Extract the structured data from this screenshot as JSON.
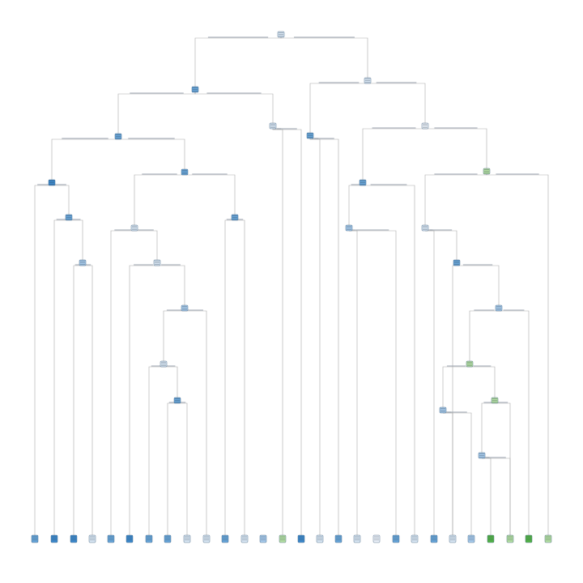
{
  "diagram": {
    "type": "decision-tree",
    "colors": {
      "edge": "#a9a9a9",
      "class_a_dark": "#3f8ccf",
      "class_a_mid": "#6aa8dc",
      "class_a_light": "#a9cdee",
      "class_a_pale": "#dbe9f6",
      "neutral": "#eef4fb",
      "class_b_light": "#b7e3a5",
      "class_b_dark": "#55b848"
    },
    "nodes": [
      {
        "id": "n0",
        "fill": "class_a_pale",
        "label": "",
        "leaf": false
      },
      {
        "id": "n1",
        "fill": "class_a_mid",
        "label": "",
        "leaf": false
      },
      {
        "id": "n2",
        "fill": "class_a_pale",
        "label": "",
        "leaf": false
      },
      {
        "id": "n3",
        "fill": "class_a_mid",
        "label": "",
        "leaf": false
      },
      {
        "id": "n4",
        "fill": "class_a_pale",
        "label": "",
        "leaf": false
      },
      {
        "id": "n5",
        "fill": "class_a_mid",
        "label": "",
        "leaf": false
      },
      {
        "id": "n6",
        "fill": "neutral",
        "label": "",
        "leaf": false
      },
      {
        "id": "n7",
        "fill": "class_a_dark",
        "label": "",
        "leaf": false
      },
      {
        "id": "n8",
        "fill": "class_a_mid",
        "label": "",
        "leaf": false
      },
      {
        "id": "n9",
        "fill": "class_b_light",
        "label": "",
        "leaf": false
      },
      {
        "id": "n10",
        "fill": "class_a_mid",
        "label": "",
        "leaf": false
      },
      {
        "id": "n11",
        "fill": "class_a_mid",
        "label": "",
        "leaf": false
      },
      {
        "id": "n12",
        "fill": "class_a_pale",
        "label": "",
        "leaf": false
      },
      {
        "id": "n13",
        "fill": "class_a_mid",
        "label": "",
        "leaf": false
      },
      {
        "id": "n14",
        "fill": "class_a_pale",
        "label": "",
        "leaf": false
      },
      {
        "id": "n15",
        "fill": "class_a_light",
        "label": "",
        "leaf": false
      },
      {
        "id": "n16",
        "fill": "class_a_light",
        "label": "",
        "leaf": false
      },
      {
        "id": "n17",
        "fill": "class_a_pale",
        "label": "",
        "leaf": false
      },
      {
        "id": "n18",
        "fill": "class_a_mid",
        "label": "",
        "leaf": false
      },
      {
        "id": "n19",
        "fill": "class_a_light",
        "label": "",
        "leaf": false
      },
      {
        "id": "n20",
        "fill": "class_a_light",
        "label": "",
        "leaf": false
      },
      {
        "id": "n21",
        "fill": "class_b_light",
        "label": "",
        "leaf": false
      },
      {
        "id": "n22",
        "fill": "class_a_pale",
        "label": "",
        "leaf": false
      }
    ],
    "leaves": [
      {
        "fill": "class_a_mid"
      },
      {
        "fill": "class_a_dark"
      },
      {
        "fill": "class_a_dark"
      },
      {
        "fill": "class_a_pale"
      },
      {
        "fill": "class_a_mid"
      },
      {
        "fill": "class_a_dark"
      },
      {
        "fill": "class_a_mid"
      },
      {
        "fill": "class_a_mid"
      },
      {
        "fill": "class_a_pale"
      },
      {
        "fill": "class_a_pale"
      },
      {
        "fill": "class_a_mid"
      },
      {
        "fill": "class_a_pale"
      },
      {
        "fill": "class_a_light"
      },
      {
        "fill": "class_b_light"
      },
      {
        "fill": "class_a_dark"
      },
      {
        "fill": "class_a_pale"
      },
      {
        "fill": "class_a_mid"
      },
      {
        "fill": "class_a_pale"
      },
      {
        "fill": "neutral"
      },
      {
        "fill": "class_a_mid"
      },
      {
        "fill": "class_a_pale"
      },
      {
        "fill": "class_a_mid"
      },
      {
        "fill": "class_a_pale"
      },
      {
        "fill": "class_a_light"
      },
      {
        "fill": "class_b_dark"
      },
      {
        "fill": "class_b_light"
      },
      {
        "fill": "class_b_dark"
      },
      {
        "fill": "class_b_light"
      }
    ]
  }
}
